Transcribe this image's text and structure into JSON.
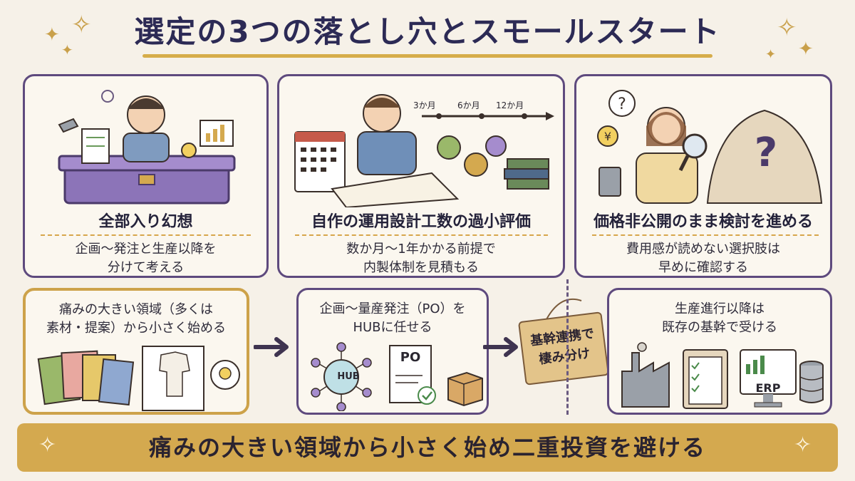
{
  "title": "選定の3つの落とし穴とスモールスタート",
  "pitfalls": [
    {
      "title": "全部入り幻想",
      "sub": [
        "企画〜発注と生産以降を",
        "分けて考える"
      ]
    },
    {
      "title": "自作の運用設計工数の過小評価",
      "sub": [
        "数か月〜1年かかる前提で",
        "内製体制を見積もる"
      ],
      "timeline": [
        "3か月",
        "6か月",
        "12か月"
      ]
    },
    {
      "title": "価格非公開のまま検討を進める",
      "sub": [
        "費用感が読めない選択肢は",
        "早めに確認する"
      ]
    }
  ],
  "steps": [
    {
      "text": [
        "痛みの大きい領域（多くは",
        "素材・提案）から小さく始める"
      ]
    },
    {
      "text": [
        "企画〜量産発注（PO）を",
        "HUBに任せる"
      ],
      "hub_label": "HUB",
      "po_label": "PO"
    },
    {
      "text": [
        "生産進行以降は",
        "既存の基幹で受ける"
      ],
      "erp_label": "ERP"
    }
  ],
  "tag": [
    "基幹連携で",
    "棲み分け"
  ],
  "banner": "痛みの大きい領域から小さく始め二重投資を避ける",
  "colors": {
    "purple": "#5e4a7e",
    "gold": "#d4a94f",
    "navy": "#2c2a55",
    "background": "#f6f1e8"
  }
}
